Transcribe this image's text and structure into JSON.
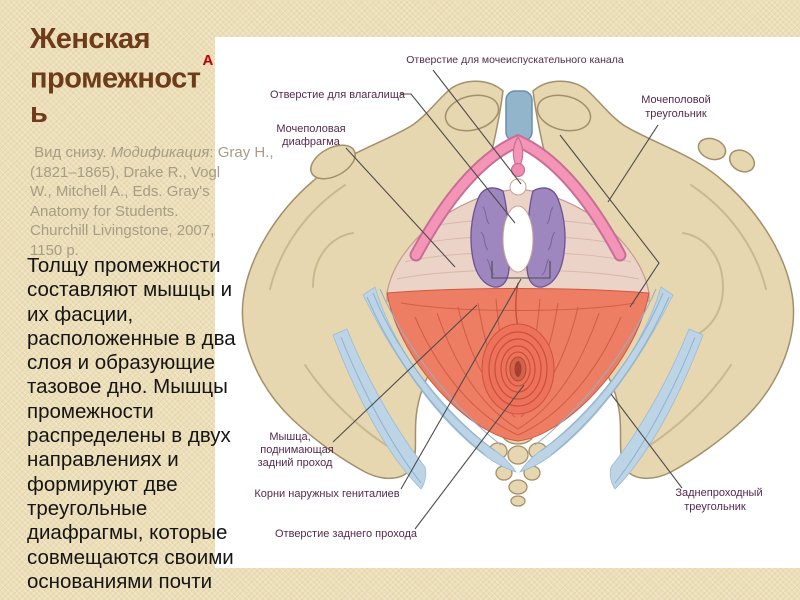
{
  "slide": {
    "title_part1": "Женская\nпромежност",
    "title_marker": "А",
    "title_part2": "\nь",
    "credit_line1": " Вид снизу.",
    "credit_italic": "Модификация",
    "credit_rest": ": Gray H.,\n(1821–1865), Drake R., Vogl\nW., Mitchell A., Eds. Gray's\nAnatomy for Students.\nChurchill Livingstone, 2007,\n1150 p.",
    "body_text": "Толщу промежности\nсоставляют мышцы и\nих фасции,\nрасположенные в два\nслоя и образующие\nтазовое дно. Мышцы\nпромежности\nраспределены в двух\nнаправлениях и\nформируют две\nтреугольные\nдиафрагмы, которые\nсовмещаются своими\nоснованиями почти"
  },
  "diagram": {
    "labels": {
      "urethral_opening": "Отверстие для мочеиспускательного канала",
      "vaginal_opening": "Отверстие для влагалища",
      "urogenital_diaphragm": {
        "line1": "Мочеполовая",
        "line2": "диафрагма"
      },
      "urogenital_triangle": {
        "line1": "Мочеполовой",
        "line2": "треугольник"
      },
      "levator_ani": {
        "line1": "Мышца,",
        "line2": "поднимающая",
        "line3": "задний проход"
      },
      "genital_roots": "Корни наружных гениталиев",
      "anal_opening": "Отверстие заднего прохода",
      "anal_triangle": {
        "line1": "Заднепроходный",
        "line2": "треугольник"
      }
    },
    "colors": {
      "slide_background": "#ECDEB7",
      "title_brown": "#6E3B1B",
      "marker_red": "#C00000",
      "credit_gray": "#A59D85",
      "body_black": "#151515",
      "label_plum": "#522A4D",
      "bone": "#E6D7B0",
      "pubic_symphysis_blue": "#92B5CC",
      "crura_pink": "#F494B6",
      "vestibular_bulb_purple": "#9E87BF",
      "urogenital_membrane": "#EBD3C7",
      "levator_muscle_red": "#EE7E63",
      "ligament_blue": "#BCD4E6"
    }
  }
}
